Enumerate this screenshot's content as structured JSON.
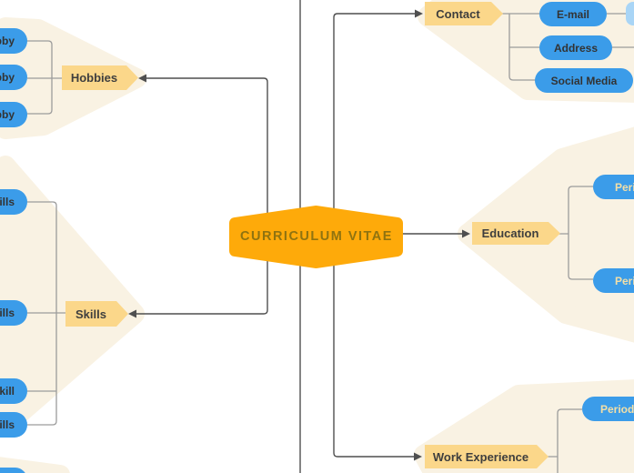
{
  "center": {
    "label": "CURRICULUM VITAE"
  },
  "branches": {
    "contact": {
      "label": "Contact",
      "children": [
        "E-mail",
        "Address",
        "Social Media"
      ]
    },
    "education": {
      "label": "Education",
      "children": [
        "Period",
        "Period"
      ]
    },
    "work_experience": {
      "label": "Work Experience",
      "children": [
        "Period"
      ]
    },
    "hobbies": {
      "label": "Hobbies",
      "children": [
        "Hobby",
        "Hobby",
        "Hobby"
      ]
    },
    "skills": {
      "label": "Skills",
      "children": [
        "Skills",
        "Skills",
        "Skill",
        "Skills"
      ]
    }
  },
  "colors": {
    "canvas_background": "#ffffff",
    "branch_background_blob": "#f9f2e3",
    "center_node_fill": "#feaa0a",
    "center_node_text": "#8f7310",
    "branch_node_fill": "#fbd78a",
    "branch_node_text": "#3e3e3e",
    "child_node_fill": "#3b9ce9",
    "child_node_text_dark": "#333333",
    "child_node_text_cream": "#f3dfa7",
    "grandchild_node_fill": "#a9d5f6",
    "connector_main": "#4f4f4f",
    "connector_child": "#9c9c9c"
  }
}
